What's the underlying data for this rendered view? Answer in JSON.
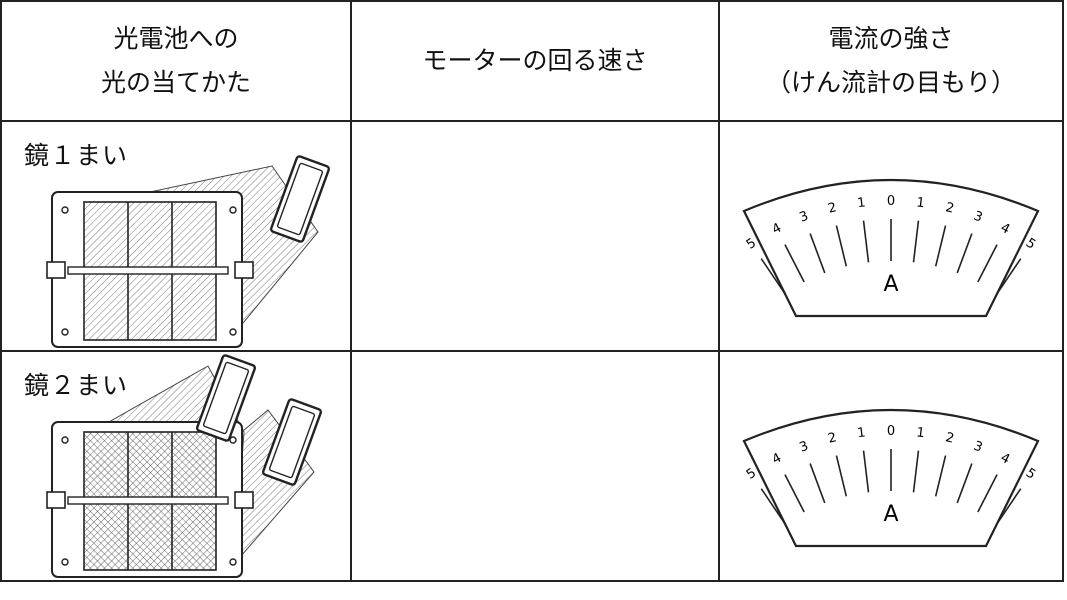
{
  "header": {
    "col1_line1": "光電池への",
    "col1_line2": "光の当てかた",
    "col2": "モーターの回る速さ",
    "col3_line1": "電流の強さ",
    "col3_line2": "（けん流計の目もり）"
  },
  "rows": [
    {
      "label": "鏡１まい",
      "mirrors": 1,
      "motor_speed": "",
      "meter_unit": "A"
    },
    {
      "label": "鏡２まい",
      "mirrors": 2,
      "motor_speed": "",
      "meter_unit": "A"
    }
  ],
  "meter": {
    "scale_labels": [
      "5",
      "4",
      "3",
      "2",
      "1",
      "0",
      "1",
      "2",
      "3",
      "4",
      "5"
    ]
  }
}
